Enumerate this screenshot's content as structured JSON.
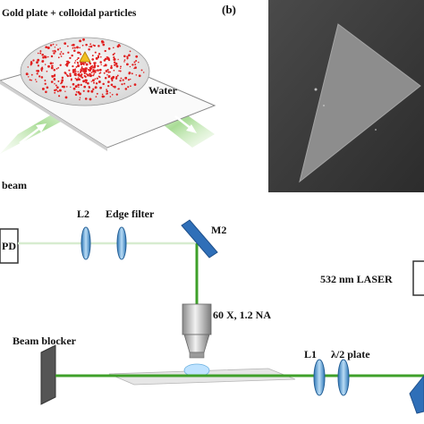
{
  "panel_a": {
    "title": "Gold plate + colloidal particles",
    "water_label": "Water",
    "beam_label": "beam"
  },
  "panel_b": {
    "label": "(b)"
  },
  "setup": {
    "labels": {
      "l2": "L2",
      "edge_filter": "Edge filter",
      "m2": "M2",
      "pd": "PD",
      "laser": "532 nm LASER",
      "objective": "60 X, 1.2 NA",
      "beam_blocker": "Beam blocker",
      "l1": "L1",
      "half_wave": "λ/2 plate"
    }
  },
  "colors": {
    "beam_green": "#3fa02a",
    "beam_glow": "#bfe6a8",
    "particle_red": "#e02020",
    "lens_blue": "#5aa0d8",
    "mirror_blue": "#2f6fb8",
    "sem_background": "#3a3a3a",
    "sem_triangle": "#8c8c8c"
  }
}
